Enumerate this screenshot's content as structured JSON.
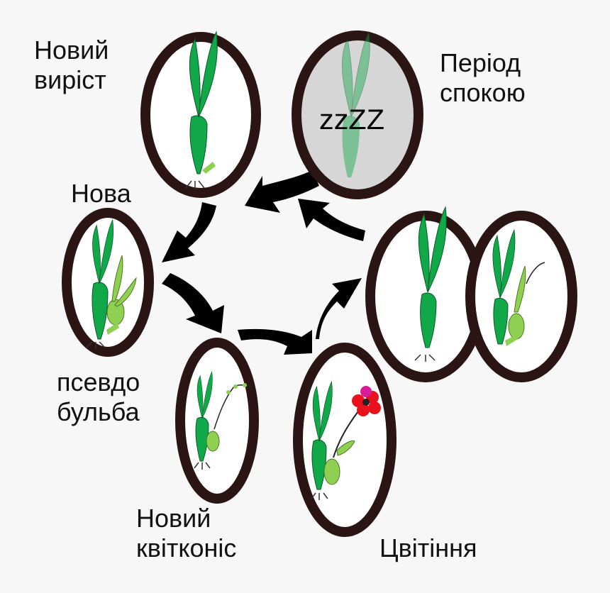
{
  "stages": {
    "new_growth": {
      "line1": "Новий",
      "line2": "виріст"
    },
    "dormancy": {
      "line1": "Період",
      "line2": "спокою",
      "sleep_text": "zzZZ"
    },
    "new_pseudobulb_top": {
      "line1": "Нова"
    },
    "new_pseudobulb_bottom": {
      "line1": "псевдо",
      "line2": "бульба"
    },
    "new_spike": {
      "line1": "Новий",
      "line2": "квітконіс"
    },
    "flowering": {
      "line1": "Цвітіння"
    }
  },
  "colors": {
    "background": "#f7f7f7",
    "ellipse_border": "#2b1414",
    "leaf_dark": "#11a84a",
    "leaf_light": "#8fcf52",
    "arrow": "#000000",
    "flower": "#e8111c",
    "flower_center": "#d81b9a",
    "dormant_fill": "#d6d6d6"
  }
}
